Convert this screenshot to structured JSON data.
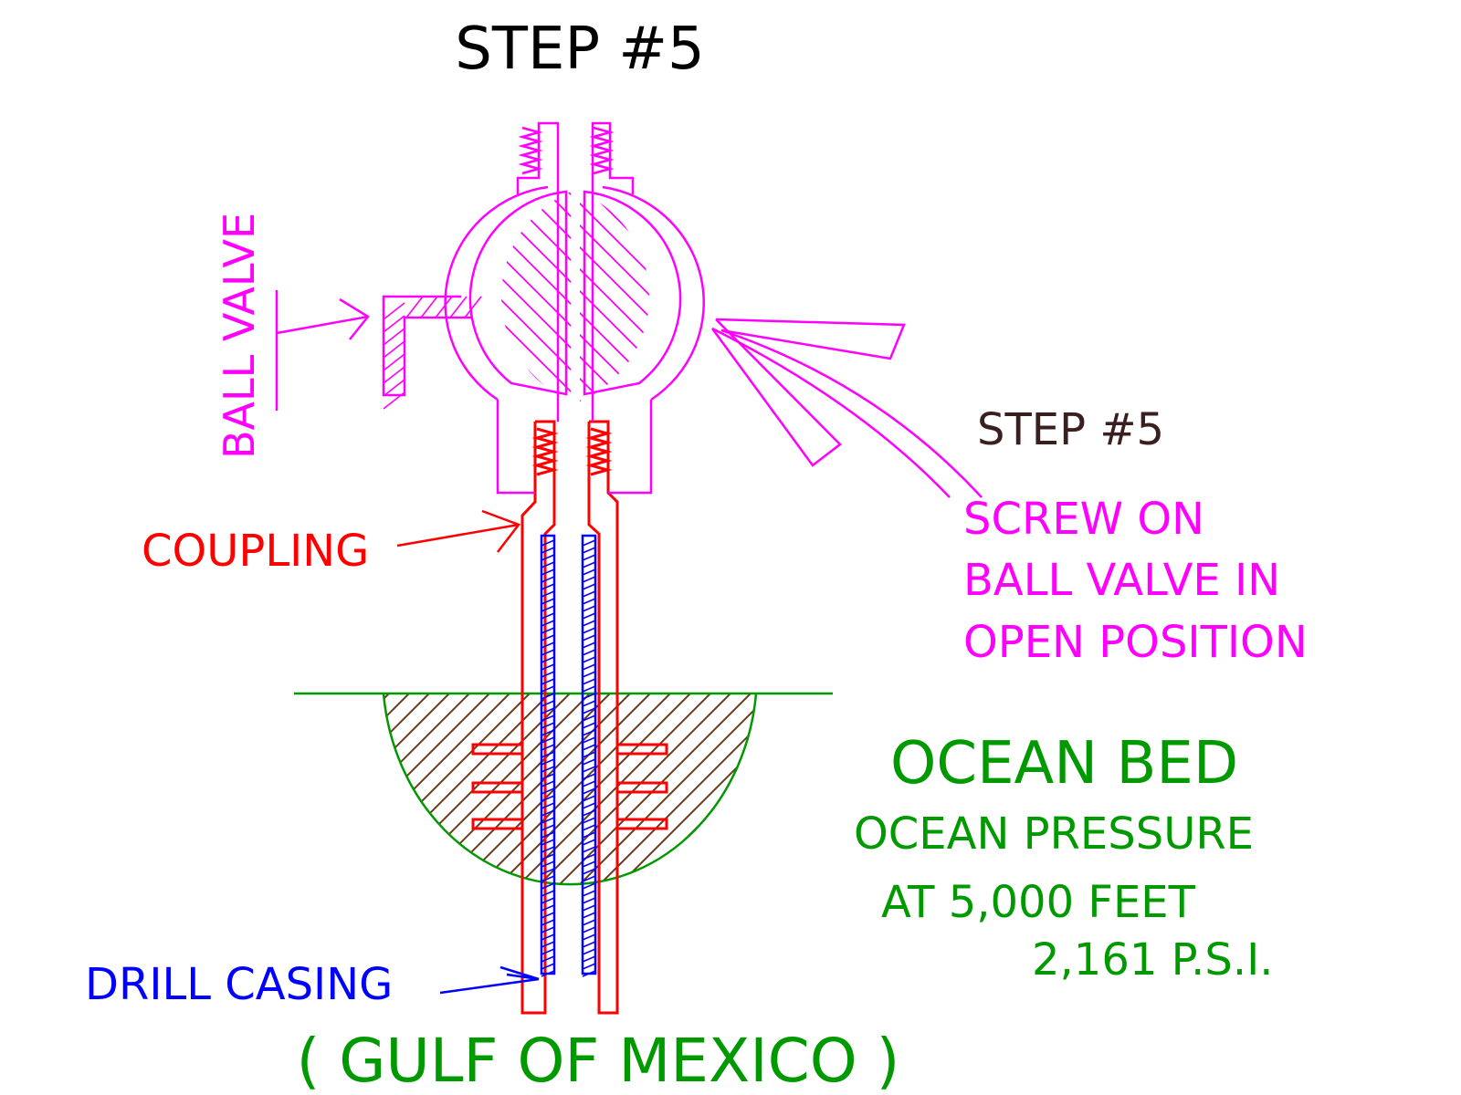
{
  "title": "STEP #5",
  "labels": {
    "ball_valve": "BALL VALVE",
    "coupling": "COUPLING",
    "drill_casing": "DRILL CASING",
    "step_note": "STEP #5",
    "screw_on_1": "SCREW ON",
    "screw_on_2": "BALL VALVE IN",
    "screw_on_3": "OPEN POSITION",
    "ocean_bed": "OCEAN BED",
    "ocean_pressure": "OCEAN PRESSURE",
    "at_depth": "AT 5,000 FEET",
    "psi": "2,161 P.S.I.",
    "location": "( GULF OF MEXICO )"
  },
  "colors": {
    "ball_valve": "#ff00ff",
    "coupling": "#ff0000",
    "drill_casing": "#0000ff",
    "ocean": "#009900",
    "seabed_hatch": "#6b3a1a",
    "text_dark": "#000000",
    "step_note": "#3a1f1f"
  }
}
